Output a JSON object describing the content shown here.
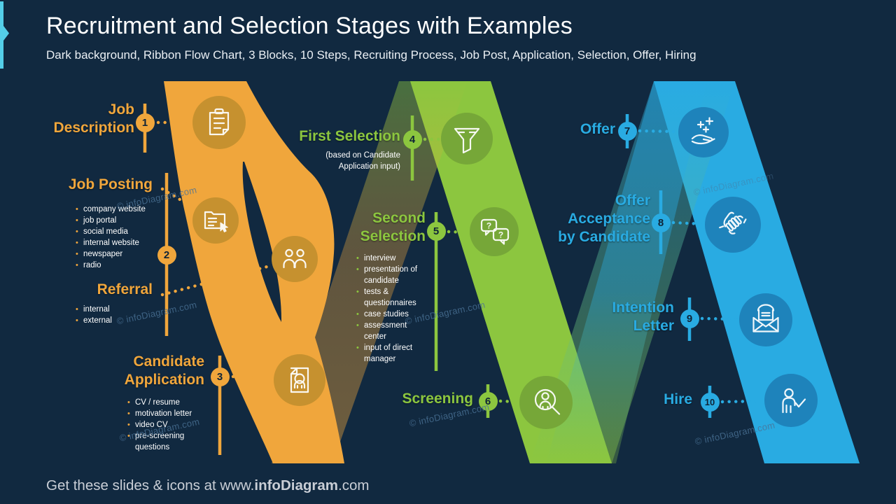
{
  "header": {
    "title": "Recruitment and Selection Stages with Examples",
    "subtitle": "Dark background, Ribbon Flow Chart, 3 Blocks, 10 Steps, Recruiting Process, Job Post, Application, Selection, Offer, Hiring"
  },
  "labels": {
    "job_description": {
      "line1": "Job",
      "line2": "Description"
    },
    "job_posting": {
      "title": "Job Posting",
      "bullets": [
        "company website",
        "job portal",
        "social media",
        "internal website",
        "newspaper",
        "radio"
      ]
    },
    "referral": {
      "title": "Referral",
      "bullets": [
        "internal",
        "external"
      ]
    },
    "candidate_application": {
      "line1": "Candidate",
      "line2": "Application",
      "bullets": [
        "CV / resume",
        "motivation letter",
        "video CV",
        "pre-screening questions"
      ]
    },
    "first_selection": {
      "title": "First Selection",
      "note": "(based on Candidate Application input)"
    },
    "second_selection": {
      "line1": "Second",
      "line2": "Selection",
      "bullets": [
        "interview",
        "presentation of candidate",
        "tests & questionnaires",
        "case studies",
        "assessment center",
        "input of direct manager"
      ]
    },
    "screening": {
      "title": "Screening"
    },
    "offer": {
      "title": "Offer"
    },
    "offer_acceptance": {
      "line1": "Offer",
      "line2": "Acceptance",
      "line3": "by Candidate"
    },
    "intention_letter": {
      "line1": "Intention",
      "line2": "Letter"
    },
    "hire": {
      "title": "Hire"
    }
  },
  "badge_numbers": [
    "1",
    "2",
    "3",
    "4",
    "5",
    "6",
    "7",
    "8",
    "9",
    "10"
  ],
  "icons": [
    "clipboard-list-icon",
    "job-post-click-icon",
    "referral-people-icon",
    "cv-document-icon",
    "funnel-icon",
    "chat-questions-icon",
    "screening-magnifier-icon",
    "offer-hand-icon",
    "handshake-icon",
    "intention-letter-icon",
    "hire-person-check-icon"
  ],
  "watermark_text": "© infoDiagram.com",
  "footer": {
    "prefix": "Get these slides & icons at www.",
    "brand": "infoDiagram",
    "suffix": ".com"
  },
  "colors": {
    "background": "#112940",
    "orange": "#F0A63C",
    "orange_dark": "#C6912F",
    "green": "#8CC63F",
    "green_dark": "#76A738",
    "blue": "#29ABE2",
    "blue_dark": "#1E83BB",
    "badge_number": "#0F2437",
    "text_white": "#FFFFFF",
    "footer_text": "#C9CED6",
    "watermark": "#4A7296",
    "cyan_marker": "#54CEE8"
  }
}
